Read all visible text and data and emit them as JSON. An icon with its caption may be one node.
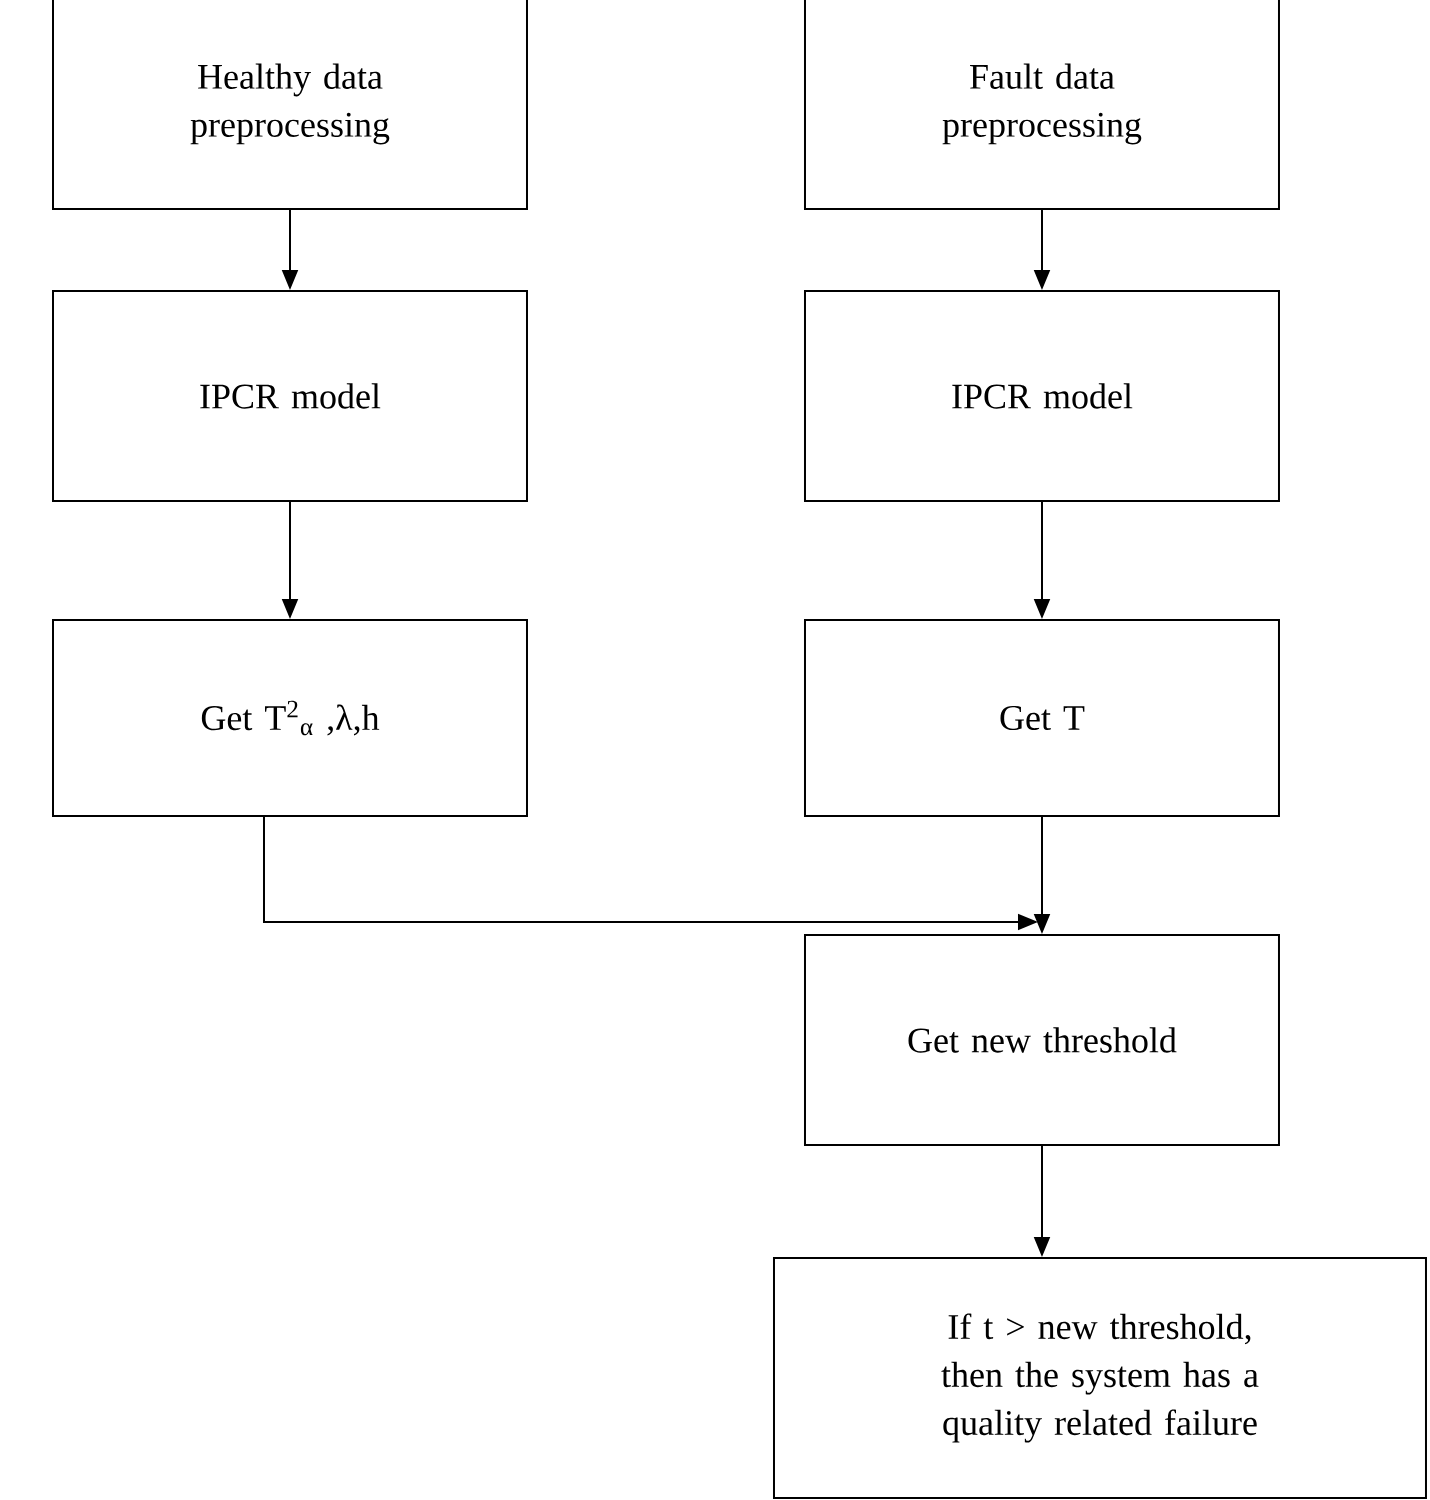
{
  "diagram": {
    "nodes": [
      {
        "text": [
          "Healthy data preprocessing"
        ]
      },
      {
        "text": [
          "Fault data preprocessing"
        ]
      },
      {
        "text": [
          "IPCR model"
        ]
      },
      {
        "text": [
          "IPCR model"
        ]
      },
      {
        "text": [
          "Get T$^{2}$$_{α}$ ,λ,h"
        ]
      },
      {
        "text": [
          "Get T"
        ]
      },
      {
        "text": [
          "Get new threshold"
        ]
      },
      {
        "text": [
          "If t > new threshold, then the system has a quality related failure"
        ]
      }
    ],
    "edges": [
      {
        "from": 0,
        "to": 2,
        "arrow": "to"
      },
      {
        "from": 1,
        "to": 3,
        "arrow": "to"
      },
      {
        "from": 2,
        "to": 4,
        "arrow": "to"
      },
      {
        "from": 3,
        "to": 5,
        "arrow": "to"
      },
      {
        "from": 5,
        "to": 6,
        "arrow": "to"
      },
      {
        "from": 4,
        "to": 6,
        "arrow": "to"
      },
      {
        "from": 6,
        "to": 7,
        "arrow": "to"
      }
    ]
  }
}
